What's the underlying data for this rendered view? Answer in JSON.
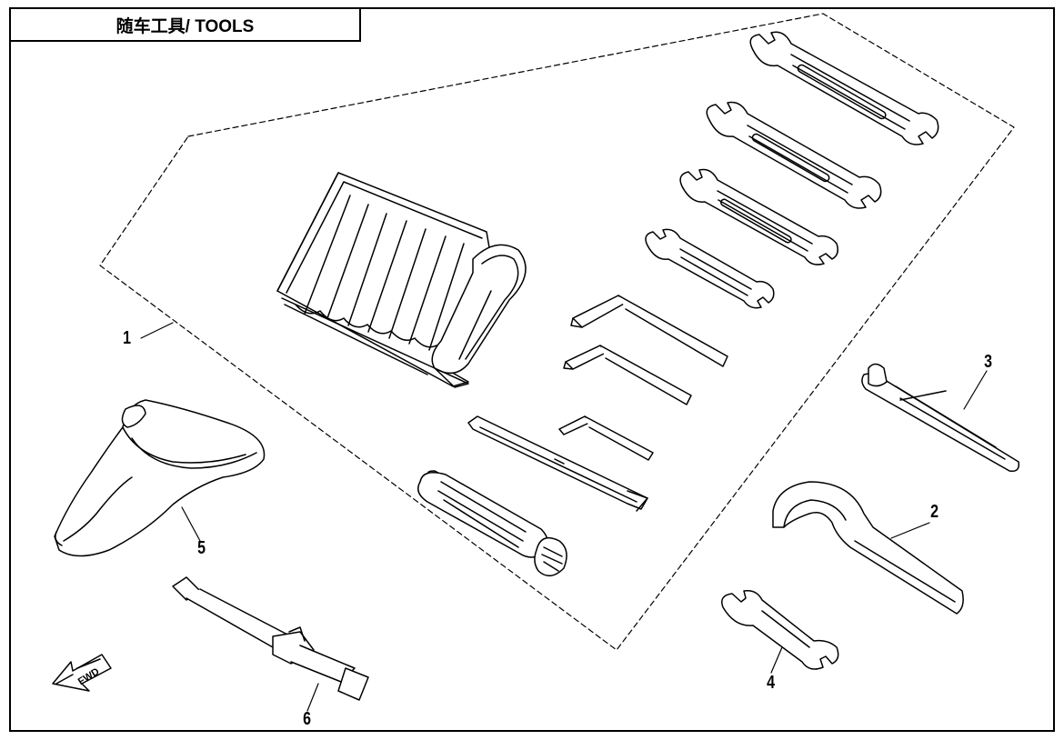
{
  "title": "随车工具/ TOOLS",
  "callouts": {
    "c1": "1",
    "c2": "2",
    "c3": "3",
    "c4": "4",
    "c5": "5",
    "c6": "6"
  },
  "fwd_label": "FWD"
}
